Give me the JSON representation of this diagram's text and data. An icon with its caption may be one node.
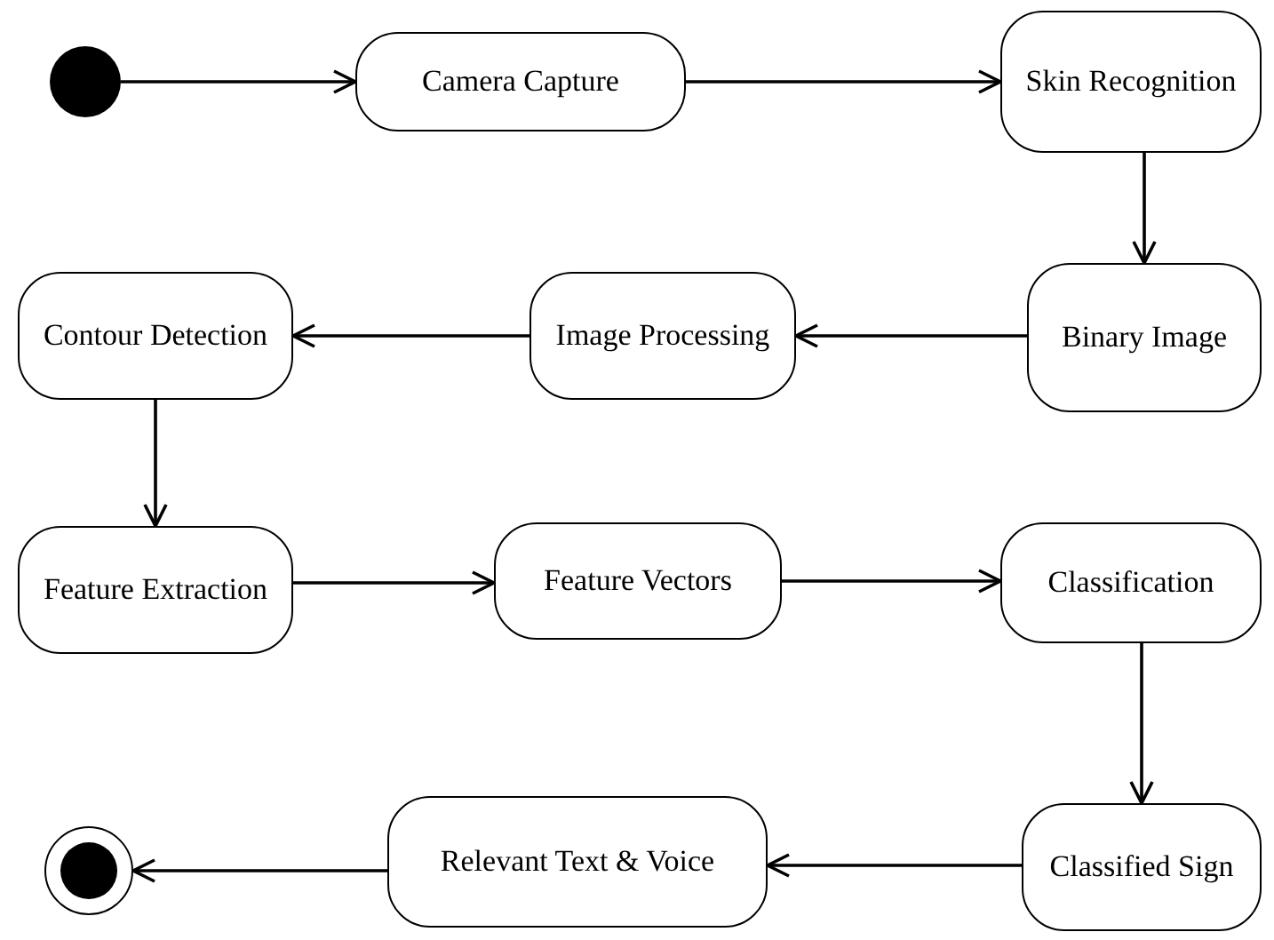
{
  "diagram": {
    "nodes": [
      {
        "text": [],
        "shape": "circle"
      },
      {
        "text": [
          "Camera Capture"
        ]
      },
      {
        "text": [
          "Skin Recognition"
        ]
      },
      {
        "text": [
          "Binary Image"
        ]
      },
      {
        "text": [
          "Image Processing"
        ]
      },
      {
        "text": [
          "Contour Detection"
        ]
      },
      {
        "text": [
          "Feature Extraction"
        ]
      },
      {
        "text": [
          "Feature Vectors"
        ]
      },
      {
        "text": [
          "Classification"
        ]
      },
      {
        "text": [
          "Classified Sign"
        ]
      },
      {
        "text": [
          "Relevant Text & Voice"
        ]
      },
      {
        "text": [],
        "shape": "circle"
      }
    ],
    "edges": [
      {
        "from": 0,
        "to": 1,
        "arrow": "to"
      },
      {
        "from": 1,
        "to": 2,
        "arrow": "to"
      },
      {
        "from": 2,
        "to": 3,
        "arrow": "to"
      },
      {
        "from": 3,
        "to": 4,
        "arrow": "to"
      },
      {
        "from": 4,
        "to": 5,
        "arrow": "to"
      },
      {
        "from": 5,
        "to": 6,
        "arrow": "to"
      },
      {
        "from": 6,
        "to": 7,
        "arrow": "to"
      },
      {
        "from": 7,
        "to": 8,
        "arrow": "to"
      },
      {
        "from": 8,
        "to": 9,
        "arrow": "to"
      },
      {
        "from": 9,
        "to": 10,
        "arrow": "to"
      },
      {
        "from": 10,
        "to": 11,
        "arrow": "to"
      }
    ]
  }
}
